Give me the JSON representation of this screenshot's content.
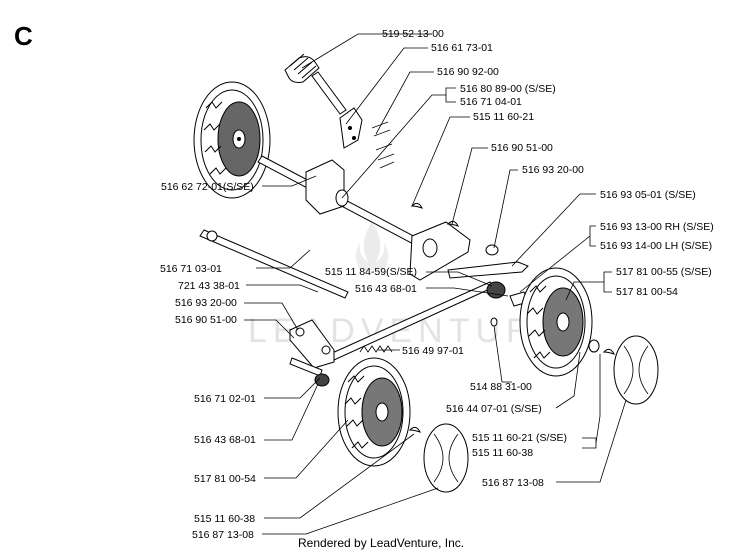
{
  "section_letter": "C",
  "watermark": "LEADVENTURE",
  "footer": "Rendered by LeadVenture, Inc.",
  "part_labels": [
    "519 52 13-00",
    "516 61 73-01",
    "516 90 92-00",
    "516 80 89-00 (S/SE)",
    "516 71 04-01",
    "515 11 60-21",
    "516 90 51-00",
    "516 93 20-00",
    "516 62 72-01(S/SE)",
    "516 93 05-01 (S/SE)",
    "516 93 13-00 RH (S/SE)",
    "516 93 14-00 LH (S/SE)",
    "516 71 03-01",
    "515 11 84-59(S/SE)",
    "516 43 68-01",
    "517 81 00-55 (S/SE)",
    "517 81 00-54",
    "721 43 38-01",
    "516 93 20-00",
    "516 90 51-00",
    "516 49 97-01",
    "516 71 02-01",
    "514 88 31-00",
    "516 44 07-01 (S/SE)",
    "516 43 68-01",
    "515 11 60-21 (S/SE)",
    "515 11 60-38",
    "517 81 00-54",
    "516 87 13-08",
    "515 11 60-38",
    "516 87 13-08"
  ]
}
